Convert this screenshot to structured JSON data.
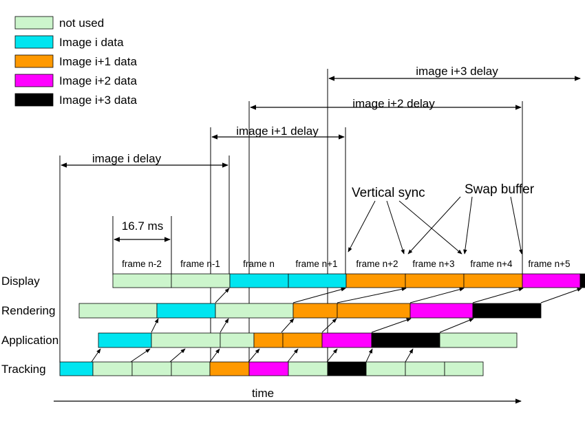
{
  "colors": {
    "not_used": "#ccf5cc",
    "image_i": "#00e5f0",
    "image_i1": "#ff9900",
    "image_i2": "#ff00ff",
    "image_i3": "#000000"
  },
  "legend": [
    {
      "key": "not_used",
      "label": "not used"
    },
    {
      "key": "image_i",
      "label": "Image i data"
    },
    {
      "key": "image_i1",
      "label": "Image i+1 data"
    },
    {
      "key": "image_i2",
      "label": "Image i+2 data"
    },
    {
      "key": "image_i3",
      "label": "Image i+3 data"
    }
  ],
  "delays": [
    {
      "label": "image i delay"
    },
    {
      "label": "image i+1 delay"
    },
    {
      "label": "image i+2 delay"
    },
    {
      "label": "image i+3 delay"
    }
  ],
  "frame_period": "16.7 ms",
  "frames": [
    "frame n-2",
    "frame n-1",
    "frame n",
    "frame n+1",
    "frame n+2",
    "frame n+3",
    "frame n+4",
    "frame n+5"
  ],
  "annotations": {
    "vsync": "Vertical sync",
    "swap": "Swap buffer"
  },
  "rows": [
    {
      "label": "Display",
      "segments": [
        "not_used",
        "not_used",
        "image_i",
        "image_i",
        "image_i1",
        "image_i1",
        "image_i1",
        "image_i2",
        "image_i3"
      ]
    },
    {
      "label": "Rendering",
      "segments": [
        "not_used",
        "image_i",
        "not_used",
        "image_i1",
        "image_i1",
        "image_i2",
        "image_i3"
      ]
    },
    {
      "label": "Application",
      "segments": [
        "image_i",
        "not_used",
        "not_used",
        "image_i1",
        "image_i1",
        "image_i2",
        "image_i3",
        "not_used"
      ]
    },
    {
      "label": "Tracking",
      "segments": [
        "image_i",
        "not_used",
        "not_used",
        "not_used",
        "image_i1",
        "image_i2",
        "not_used",
        "image_i3",
        "not_used",
        "not_used",
        "not_used"
      ]
    }
  ],
  "time_label": "time"
}
